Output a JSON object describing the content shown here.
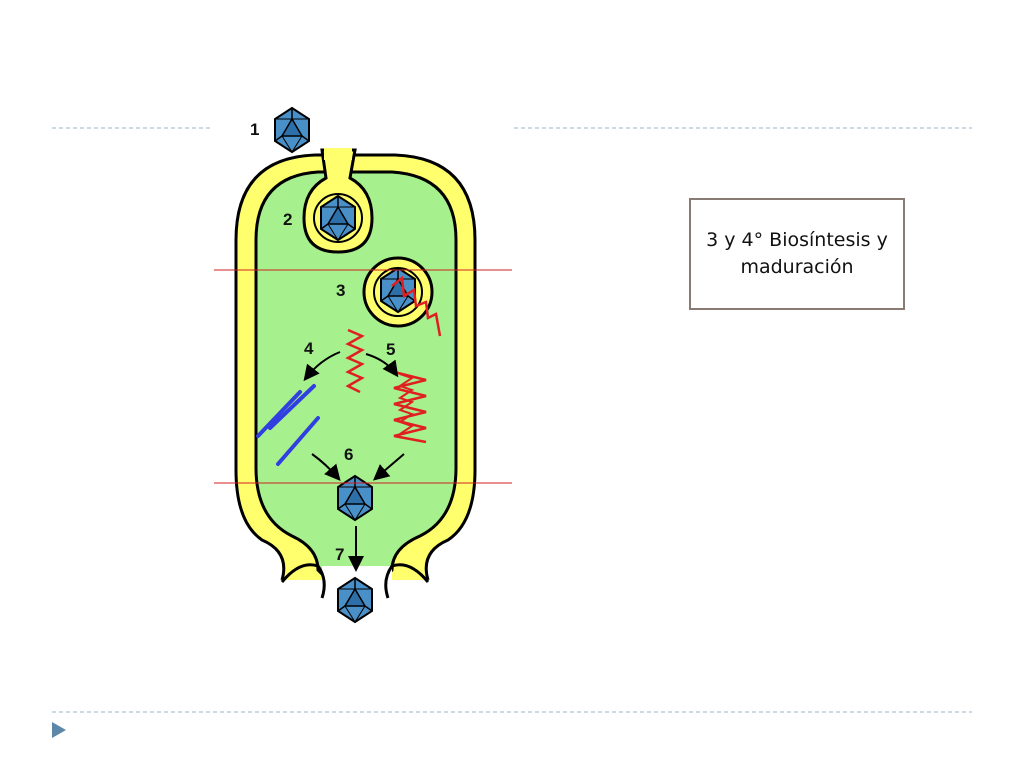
{
  "caption": {
    "text": "3 y 4° Biosíntesis y maduración"
  },
  "diagram": {
    "step_labels": [
      "1",
      "2",
      "3",
      "4",
      "5",
      "6",
      "7"
    ]
  },
  "colors": {
    "cytoplasm": "#a6f08e",
    "cell_wall": "#ffff6e",
    "outline": "#000000",
    "virus_capsid": "#4a90c8",
    "viral_nucleic_acid": "#e02020",
    "viral_protein": "#3040e0",
    "guide_line": "#d02020",
    "divider": "#9bb5c4",
    "bullet": "#5b87a8"
  }
}
